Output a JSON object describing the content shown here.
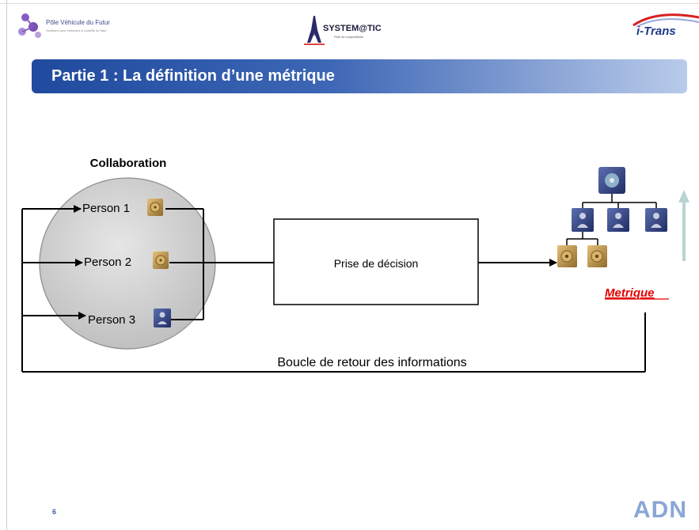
{
  "logos": {
    "pvf": {
      "name": "Pôle Véhicule du Futur",
      "tagline": "Solutions pour véhicules & mobilité du futur"
    },
    "systematic": {
      "name": "SYSTEM@TIC",
      "tagline": "Pôle de compétitivité"
    },
    "itrans": {
      "name": "i-Trans"
    },
    "adn": {
      "name": "ADN"
    }
  },
  "slide": {
    "title": "Partie 1 : La définition d’une métrique",
    "page_number": "6"
  },
  "diagram": {
    "collaboration_label": "Collaboration",
    "persons": [
      "Person 1",
      "Person 2",
      "Person 3"
    ],
    "decision_label": "Prise de décision",
    "metric_label": "Metrique",
    "feedback_label": "Boucle de retour des informations",
    "colors": {
      "circle_fill": "#d2d2d2",
      "metric_text": "#e60000",
      "arrow": "#000000",
      "up_arrow": "#b9d3d0",
      "title_start": "#1f4a9e",
      "title_end": "#b9cbea"
    }
  }
}
